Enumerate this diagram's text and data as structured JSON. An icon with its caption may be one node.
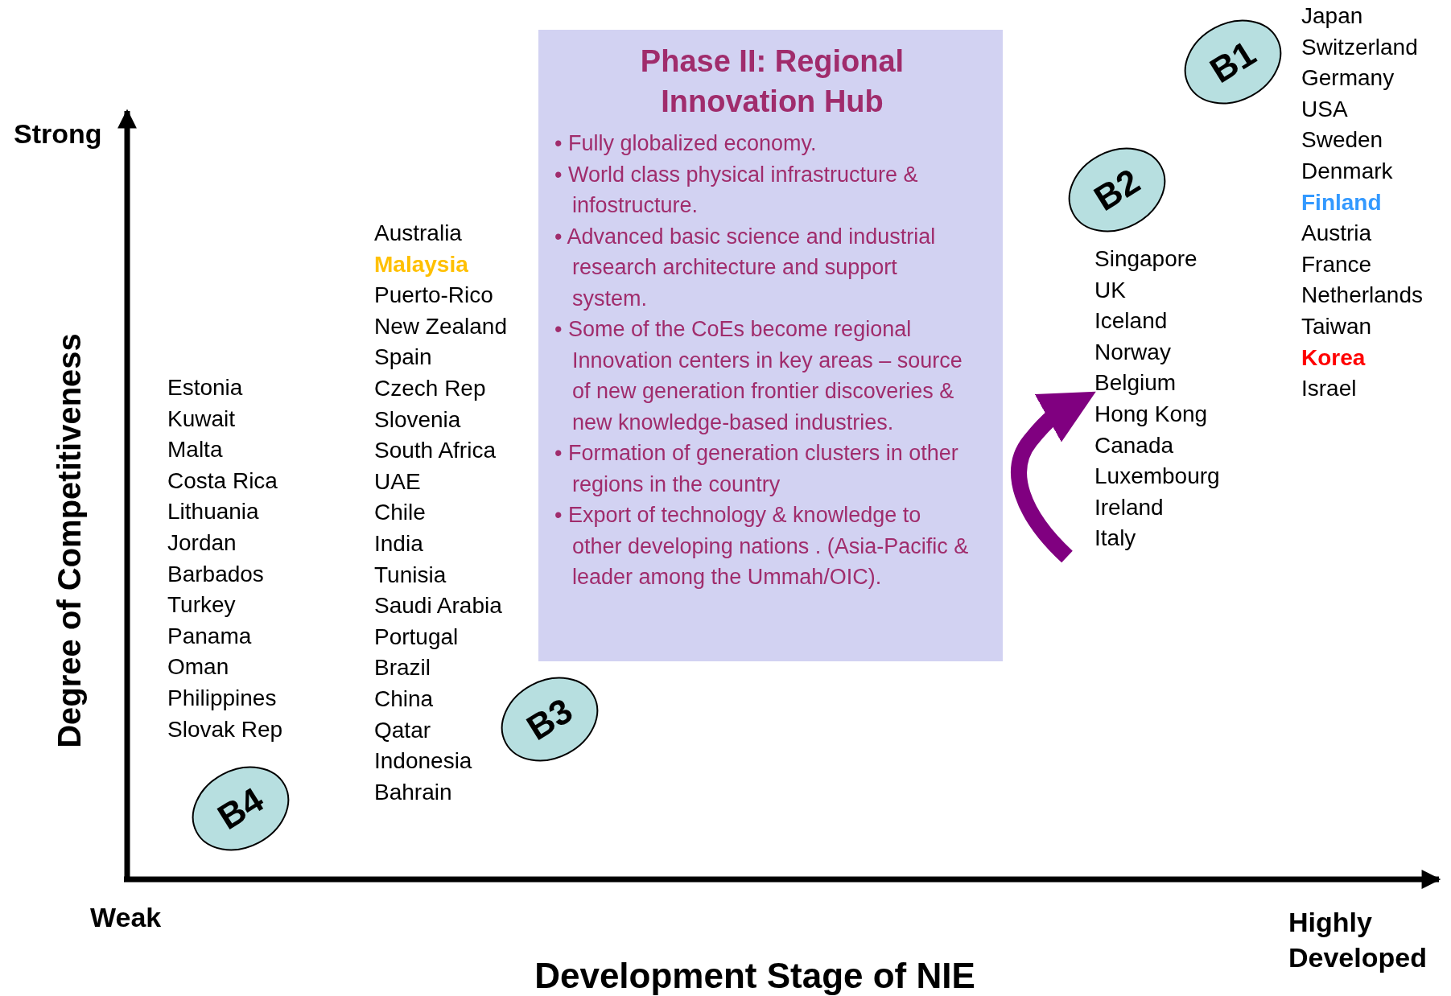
{
  "diagram": {
    "nodes": [
      {
        "text": [
          "Phase II: Regional Innovation Hub",
          "• Fully globalized economy.",
          "• World class physical infrastructure & infostructure.",
          "• Advanced basic science and industrial research architecture and support system.",
          "• Some of the CoEs become regional Innovation centers in key areas – source of new generation frontier discoveries & new knowledge-based industries.",
          "• Formation of generation clusters in other regions in the country",
          "• Export of technology & knowledge to other developing nations . (Asia-Pacific & leader among the Ummah/OIC)."
        ]
      },
      {
        "text": [
          "B1"
        ]
      },
      {
        "text": [
          "B2"
        ]
      },
      {
        "text": [
          "B3"
        ]
      },
      {
        "text": [
          "B4"
        ]
      }
    ],
    "labels": [
      "Strong",
      "Degree of Competitiveness",
      "Japan",
      "Switzerland",
      "Germany",
      "USA",
      "Sweden",
      "Denmark",
      "Finland",
      "Austria",
      "France",
      "Netherlands",
      "Taiwan",
      "Korea",
      "Israel",
      "Singapore",
      "UK",
      "Iceland",
      "Norway",
      "Belgium",
      "Hong Kong",
      "Canada",
      "Luxembourg",
      "Ireland",
      "Italy",
      "Australia",
      "Malaysia",
      "Puerto-Rico",
      "New Zealand",
      "Spain",
      "Czech Rep",
      "Slovenia",
      "South Africa",
      "UAE",
      "Chile",
      "India",
      "Tunisia",
      "Saudi Arabia",
      "Portugal",
      "Brazil",
      "China",
      "Qatar",
      "Indonesia",
      "Bahrain",
      "Estonia",
      "Kuwait",
      "Malta",
      "Costa Rica",
      "Lithuania",
      "Jordan",
      "Barbados",
      "Turkey",
      "Panama",
      "Oman",
      "Philippines",
      "Slovak Rep",
      "Weak",
      "Highly Developed",
      "Development Stage of NIE"
    ]
  }
}
